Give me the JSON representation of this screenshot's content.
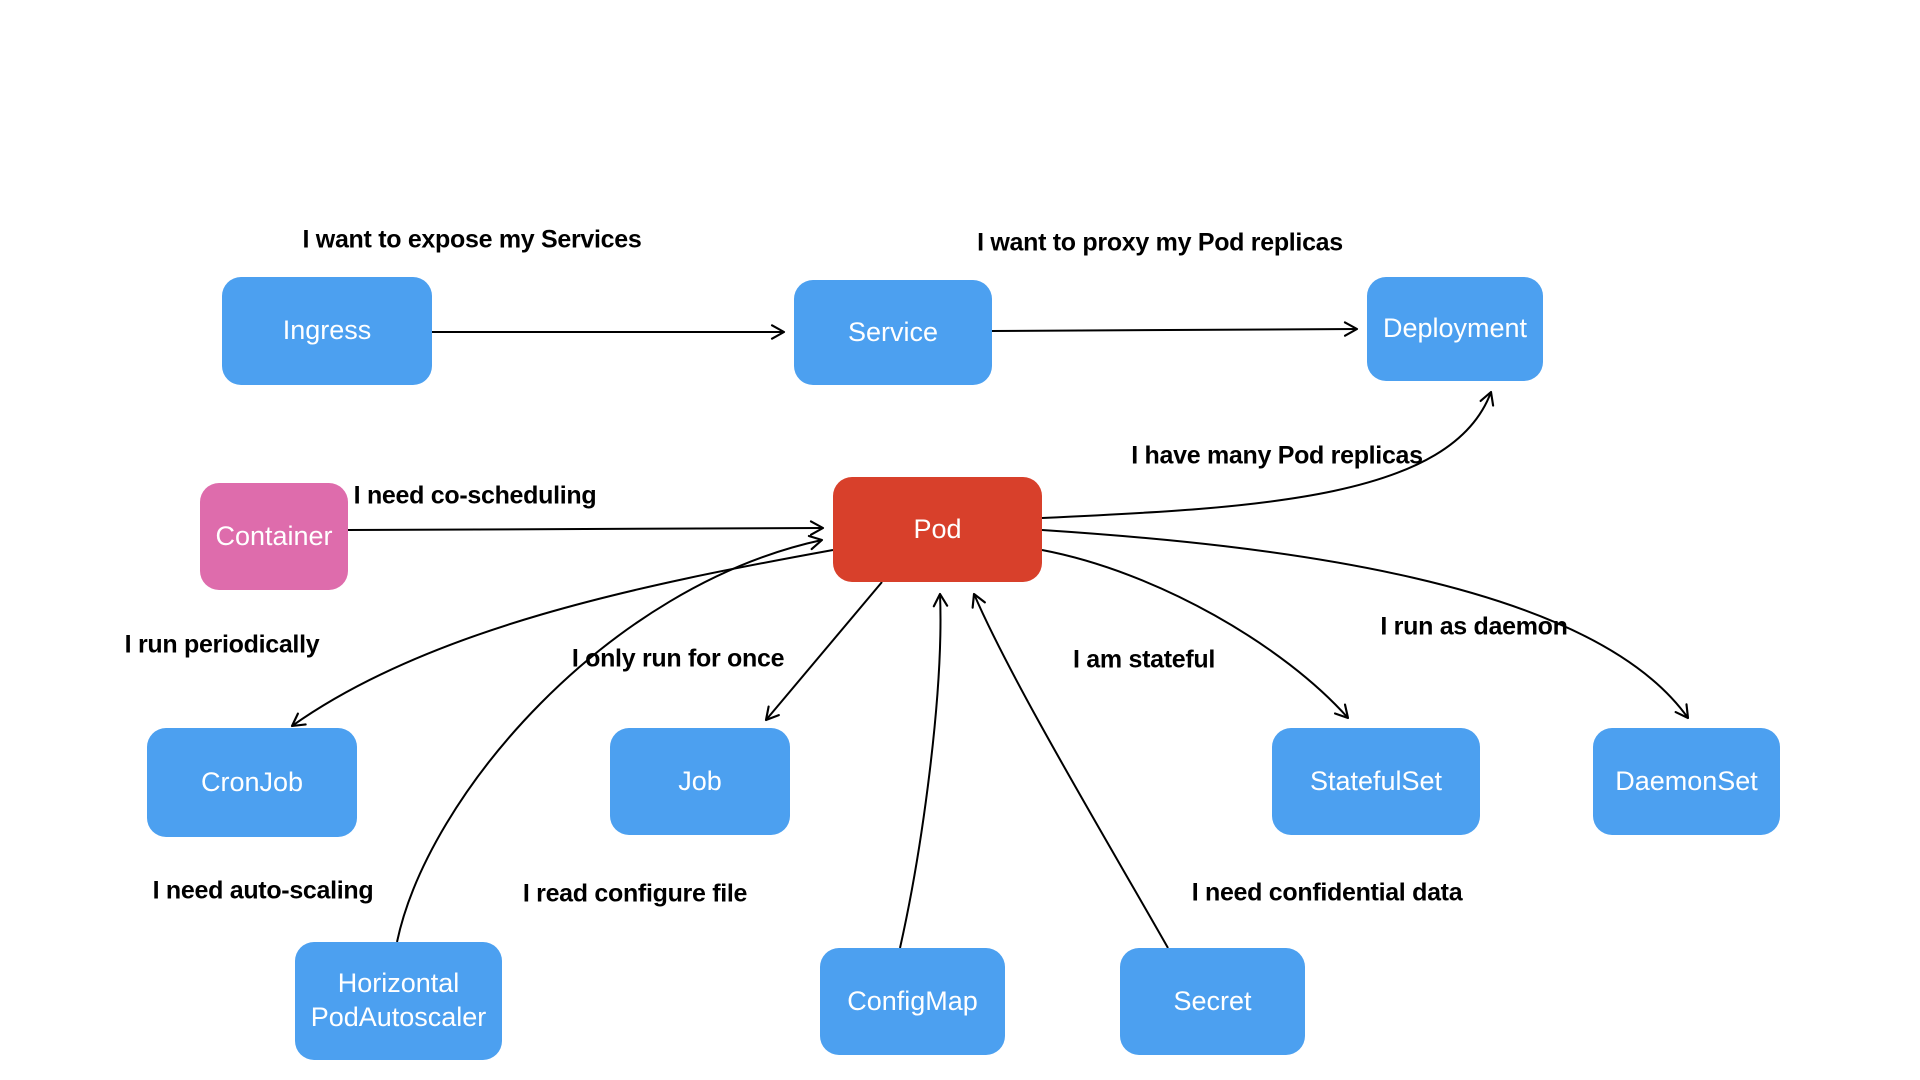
{
  "diagram": {
    "background": "#ffffff",
    "colors": {
      "blue": "#4CA0F0",
      "pink": "#DE6CAC",
      "red": "#D8402B",
      "edge": "#000000",
      "node_text": "#ffffff",
      "label_text": "#000000"
    },
    "nodes": {
      "ingress": {
        "label": "Ingress",
        "color": "blue"
      },
      "service": {
        "label": "Service",
        "color": "blue"
      },
      "deployment": {
        "label": "Deployment",
        "color": "blue"
      },
      "container": {
        "label": "Container",
        "color": "pink"
      },
      "pod": {
        "label": "Pod",
        "color": "red"
      },
      "cronjob": {
        "label": "CronJob",
        "color": "blue"
      },
      "job": {
        "label": "Job",
        "color": "blue"
      },
      "statefulset": {
        "label": "StatefulSet",
        "color": "blue"
      },
      "daemonset": {
        "label": "DaemonSet",
        "color": "blue"
      },
      "hpa": {
        "label": "Horizontal PodAutoscaler",
        "line1": "Horizontal",
        "line2": "PodAutoscaler",
        "color": "blue"
      },
      "configmap": {
        "label": "ConfigMap",
        "color": "blue"
      },
      "secret": {
        "label": "Secret",
        "color": "blue"
      }
    },
    "edge_labels": {
      "expose": "I want to expose my Services",
      "proxy": "I want to proxy my Pod replicas",
      "coscheduling": "I need co-scheduling",
      "replicas": "I have many Pod replicas",
      "periodically": "I run periodically",
      "once": "I only run for once",
      "stateful": "I am stateful",
      "daemon": "I run as daemon",
      "autoscaling": "I need auto-scaling",
      "configure": "I read configure file",
      "confidential": "I need confidential data"
    }
  }
}
